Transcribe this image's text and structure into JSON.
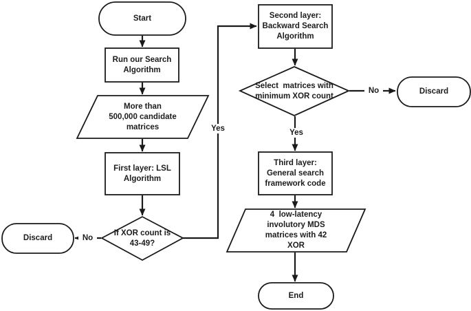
{
  "diagram": {
    "nodes": {
      "start": {
        "label": "Start",
        "shape": "terminator"
      },
      "run_search": {
        "label": "Run our Search\nAlgorithm",
        "shape": "process"
      },
      "candidate_matrices": {
        "label": "More than\n500,000 candidate\nmatrices",
        "shape": "data"
      },
      "first_layer": {
        "label": "First layer: LSL\nAlgorithm",
        "shape": "process"
      },
      "xor_count_decision": {
        "label": "If XOR count is\n43-49?",
        "shape": "decision"
      },
      "discard_left": {
        "label": "Discard",
        "shape": "terminator"
      },
      "second_layer": {
        "label": "Second layer:\nBackward Search\nAlgorithm",
        "shape": "process"
      },
      "select_matrices_decision": {
        "label": "Select  matrices with\nminimum XOR count",
        "shape": "decision"
      },
      "discard_right": {
        "label": "Discard",
        "shape": "terminator"
      },
      "third_layer": {
        "label": "Third layer:\nGeneral search\nframework code",
        "shape": "process"
      },
      "result_matrices": {
        "label": "4  low-latency\ninvolutory MDS\nmatrices with 42\nXOR",
        "shape": "data"
      },
      "end": {
        "label": "End",
        "shape": "terminator"
      }
    },
    "edge_labels": {
      "xor_yes": "Yes",
      "xor_no": "No",
      "select_yes": "Yes",
      "select_no": "No"
    },
    "colors": {
      "stroke": "#1a1a1a",
      "fill": "#ffffff",
      "text": "#1c1c1c"
    }
  }
}
